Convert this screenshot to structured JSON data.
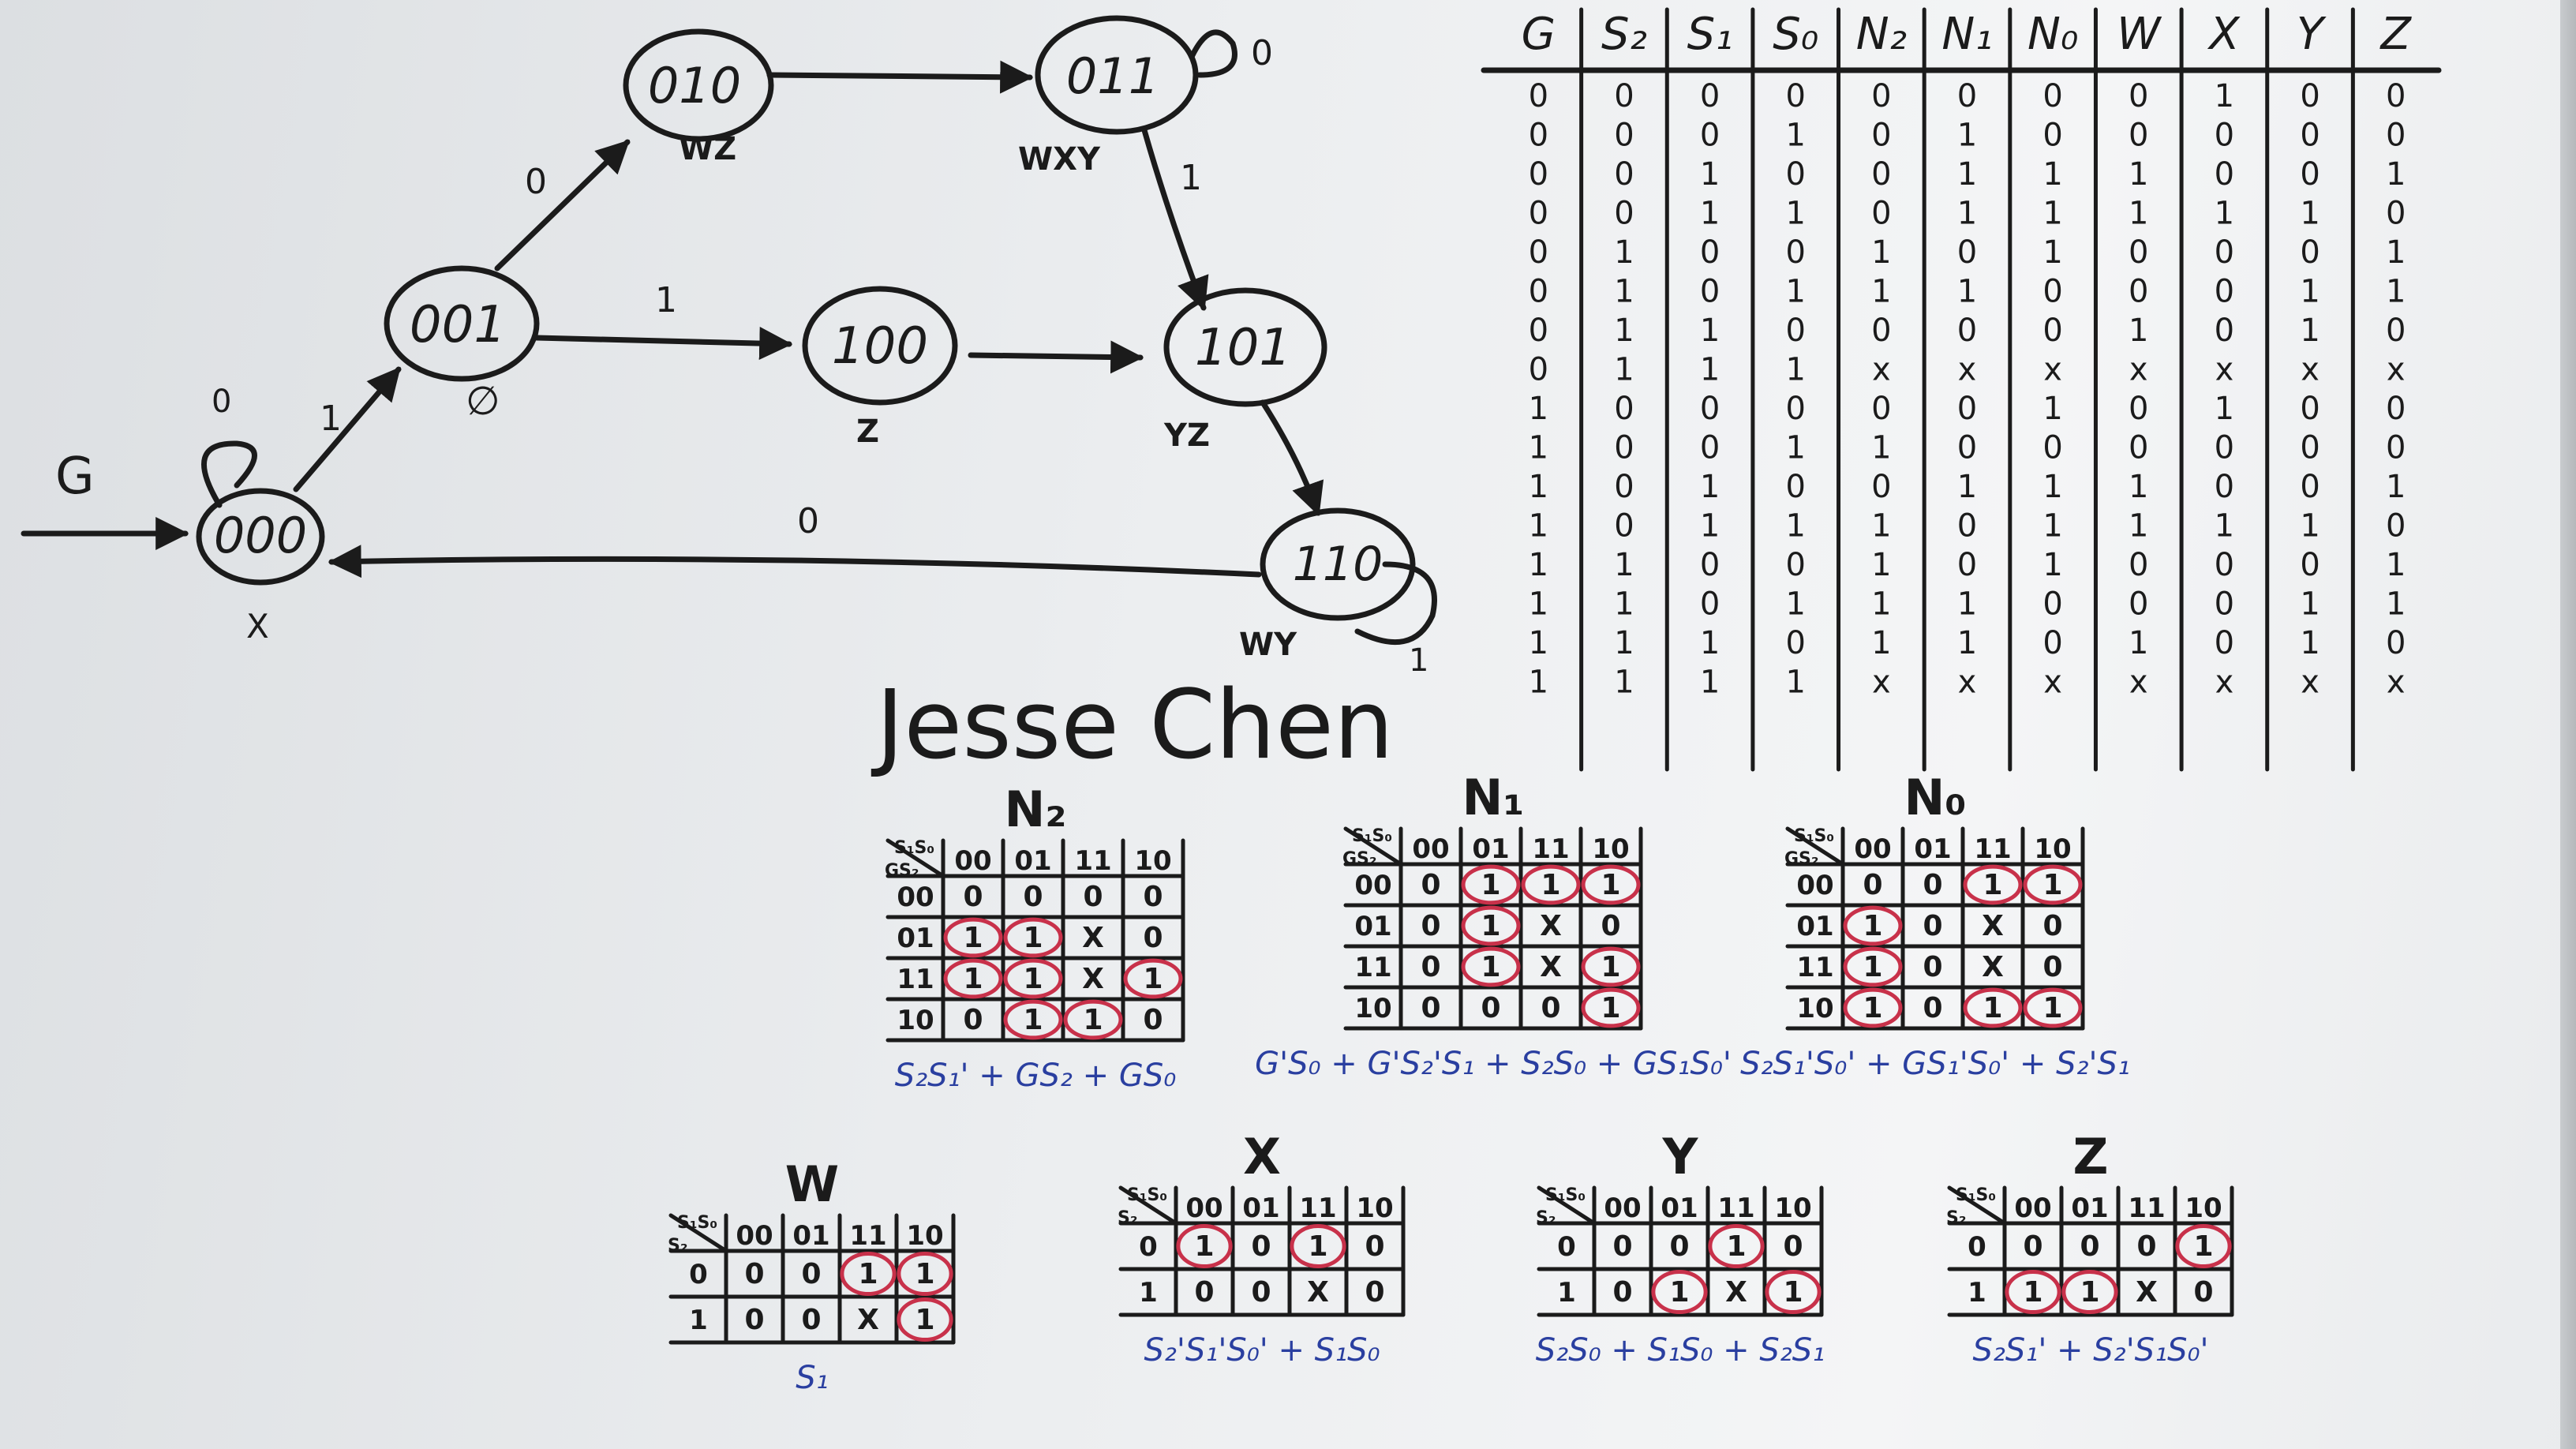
{
  "author": "Jesse Chen",
  "state_diagram": {
    "input_label": "G",
    "states": [
      {
        "code": "000",
        "outputs": "X"
      },
      {
        "code": "001",
        "outputs": "∅"
      },
      {
        "code": "010",
        "outputs": "WZ"
      },
      {
        "code": "011",
        "outputs": "WXY"
      },
      {
        "code": "100",
        "outputs": "Z"
      },
      {
        "code": "101",
        "outputs": "YZ"
      },
      {
        "code": "110",
        "outputs": "WY"
      }
    ],
    "edge_labels": {
      "s000_self": "0",
      "s000_to_001": "1",
      "s001_to_010": "0",
      "s001_to_100": "1",
      "s011_self": "0",
      "s011_to_101": "1",
      "s110_self": "1",
      "s110_to_000": "0"
    }
  },
  "truth_table": {
    "headers": [
      "G",
      "S₂",
      "S₁",
      "S₀",
      "N₂",
      "N₁",
      "N₀",
      "W",
      "X",
      "Y",
      "Z"
    ],
    "rows": [
      [
        "0",
        "0",
        "0",
        "0",
        "0",
        "0",
        "0",
        "0",
        "1",
        "0",
        "0"
      ],
      [
        "0",
        "0",
        "0",
        "1",
        "0",
        "1",
        "0",
        "0",
        "0",
        "0",
        "0"
      ],
      [
        "0",
        "0",
        "1",
        "0",
        "0",
        "1",
        "1",
        "1",
        "0",
        "0",
        "1"
      ],
      [
        "0",
        "0",
        "1",
        "1",
        "0",
        "1",
        "1",
        "1",
        "1",
        "1",
        "0"
      ],
      [
        "0",
        "1",
        "0",
        "0",
        "1",
        "0",
        "1",
        "0",
        "0",
        "0",
        "1"
      ],
      [
        "0",
        "1",
        "0",
        "1",
        "1",
        "1",
        "0",
        "0",
        "0",
        "1",
        "1"
      ],
      [
        "0",
        "1",
        "1",
        "0",
        "0",
        "0",
        "0",
        "1",
        "0",
        "1",
        "0"
      ],
      [
        "0",
        "1",
        "1",
        "1",
        "x",
        "x",
        "x",
        "x",
        "x",
        "x",
        "x"
      ],
      [
        "1",
        "0",
        "0",
        "0",
        "0",
        "0",
        "1",
        "0",
        "1",
        "0",
        "0"
      ],
      [
        "1",
        "0",
        "0",
        "1",
        "1",
        "0",
        "0",
        "0",
        "0",
        "0",
        "0"
      ],
      [
        "1",
        "0",
        "1",
        "0",
        "0",
        "1",
        "1",
        "1",
        "0",
        "0",
        "1"
      ],
      [
        "1",
        "0",
        "1",
        "1",
        "1",
        "0",
        "1",
        "1",
        "1",
        "1",
        "0"
      ],
      [
        "1",
        "1",
        "0",
        "0",
        "1",
        "0",
        "1",
        "0",
        "0",
        "0",
        "1"
      ],
      [
        "1",
        "1",
        "0",
        "1",
        "1",
        "1",
        "0",
        "0",
        "0",
        "1",
        "1"
      ],
      [
        "1",
        "1",
        "1",
        "0",
        "1",
        "1",
        "0",
        "1",
        "0",
        "1",
        "0"
      ],
      [
        "1",
        "1",
        "1",
        "1",
        "x",
        "x",
        "x",
        "x",
        "x",
        "x",
        "x"
      ]
    ]
  },
  "kmaps": [
    {
      "title": "N₂",
      "corner_top": "S₁S₀",
      "corner_left": "GS₂",
      "cols": [
        "00",
        "01",
        "11",
        "10"
      ],
      "rows": [
        "00",
        "01",
        "11",
        "10"
      ],
      "cells": [
        [
          "0",
          "0",
          "0",
          "0"
        ],
        [
          "1",
          "1",
          "X",
          "0"
        ],
        [
          "1",
          "1",
          "X",
          "1"
        ],
        [
          "0",
          "1",
          "1",
          "0"
        ]
      ],
      "equation": "S₂S₁' + GS₂ + GS₀"
    },
    {
      "title": "N₁",
      "corner_top": "S₁S₀",
      "corner_left": "GS₂",
      "cols": [
        "00",
        "01",
        "11",
        "10"
      ],
      "rows": [
        "00",
        "01",
        "11",
        "10"
      ],
      "cells": [
        [
          "0",
          "1",
          "1",
          "1"
        ],
        [
          "0",
          "1",
          "X",
          "0"
        ],
        [
          "0",
          "1",
          "X",
          "1"
        ],
        [
          "0",
          "0",
          "0",
          "1"
        ]
      ],
      "equation": "G'S₀ + G'S₂'S₁ + S₂S₀ + GS₁S₀'"
    },
    {
      "title": "N₀",
      "corner_top": "S₁S₀",
      "corner_left": "GS₂",
      "cols": [
        "00",
        "01",
        "11",
        "10"
      ],
      "rows": [
        "00",
        "01",
        "11",
        "10"
      ],
      "cells": [
        [
          "0",
          "0",
          "1",
          "1"
        ],
        [
          "1",
          "0",
          "X",
          "0"
        ],
        [
          "1",
          "0",
          "X",
          "0"
        ],
        [
          "1",
          "0",
          "1",
          "1"
        ]
      ],
      "equation": "S₂S₁'S₀' + GS₁'S₀' + S₂'S₁"
    },
    {
      "title": "W",
      "corner_top": "S₁S₀",
      "corner_left": "S₂",
      "cols": [
        "00",
        "01",
        "11",
        "10"
      ],
      "rows": [
        "0",
        "1"
      ],
      "cells": [
        [
          "0",
          "0",
          "1",
          "1"
        ],
        [
          "0",
          "0",
          "X",
          "1"
        ]
      ],
      "equation": "S₁"
    },
    {
      "title": "X",
      "corner_top": "S₁S₀",
      "corner_left": "S₂",
      "cols": [
        "00",
        "01",
        "11",
        "10"
      ],
      "rows": [
        "0",
        "1"
      ],
      "cells": [
        [
          "1",
          "0",
          "1",
          "0"
        ],
        [
          "0",
          "0",
          "X",
          "0"
        ]
      ],
      "equation": "S₂'S₁'S₀' + S₁S₀"
    },
    {
      "title": "Y",
      "corner_top": "S₁S₀",
      "corner_left": "S₂",
      "cols": [
        "00",
        "01",
        "11",
        "10"
      ],
      "rows": [
        "0",
        "1"
      ],
      "cells": [
        [
          "0",
          "0",
          "1",
          "0"
        ],
        [
          "0",
          "1",
          "X",
          "1"
        ]
      ],
      "equation": "S₂S₀ + S₁S₀ + S₂S₁"
    },
    {
      "title": "Z",
      "corner_top": "S₁S₀",
      "corner_left": "S₂",
      "cols": [
        "00",
        "01",
        "11",
        "10"
      ],
      "rows": [
        "0",
        "1"
      ],
      "cells": [
        [
          "0",
          "0",
          "0",
          "1"
        ],
        [
          "1",
          "1",
          "X",
          "0"
        ]
      ],
      "equation": "S₂S₁' + S₂'S₁S₀'"
    }
  ],
  "colors": {
    "ink": "#1b1b1b",
    "circle_marker": "#c8314a",
    "equation_marker": "#2a3fa0",
    "board": "#eceef0"
  }
}
